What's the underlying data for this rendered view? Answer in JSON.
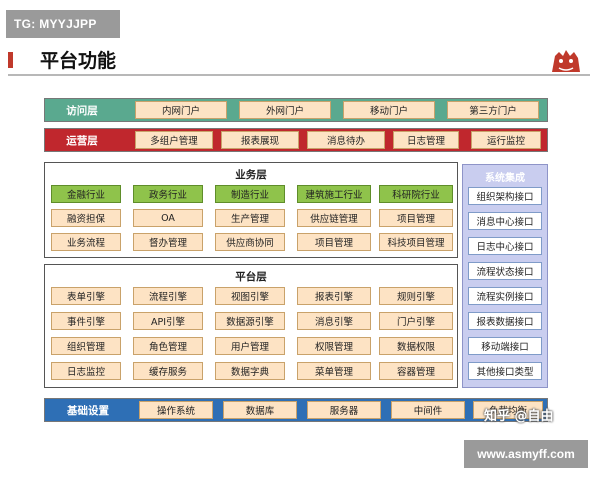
{
  "watermark_top": "TG: MYYJJPP",
  "page_title": "平台功能",
  "access_layer": {
    "label": "访问层",
    "items": [
      "内网门户",
      "外网门户",
      "移动门户",
      "第三方门户"
    ]
  },
  "ops_layer": {
    "label": "运营层",
    "items": [
      "多组户管理",
      "报表展现",
      "消息待办",
      "日志管理",
      "运行监控"
    ]
  },
  "business_layer": {
    "title": "业务层",
    "industries": [
      "金融行业",
      "政务行业",
      "制造行业",
      "建筑施工行业",
      "科研院行业"
    ],
    "row2": [
      "融资担保",
      "OA",
      "生产管理",
      "供应链管理",
      "项目管理"
    ],
    "row3": [
      "业务流程",
      "督办管理",
      "供应商协同",
      "项目管理",
      "科技项目管理"
    ]
  },
  "platform_layer": {
    "title": "平台层",
    "rows": [
      [
        "表单引擎",
        "流程引擎",
        "视图引擎",
        "报表引擎",
        "规则引擎"
      ],
      [
        "事件引擎",
        "API引擎",
        "数据源引擎",
        "消息引擎",
        "门户引擎"
      ],
      [
        "组织管理",
        "角色管理",
        "用户管理",
        "权限管理",
        "数据权限"
      ],
      [
        "日志监控",
        "缓存服务",
        "数据字典",
        "菜单管理",
        "容器管理"
      ]
    ]
  },
  "integration": {
    "title": "系统集成",
    "items": [
      "组织架构接口",
      "消息中心接口",
      "日志中心接口",
      "流程状态接口",
      "流程实例接口",
      "报表数据接口",
      "移动端接口",
      "其他接口类型"
    ]
  },
  "infra_layer": {
    "label": "基础设置",
    "items": [
      "操作系统",
      "数据库",
      "服务器",
      "中间件",
      "负载均衡"
    ]
  },
  "watermark_zhihu": "知乎 @自由",
  "watermark_bottom": "www.asmyff.com",
  "colors": {
    "access_band": "#5aa98f",
    "ops_band": "#c0272d",
    "infra_band": "#2e6fb5",
    "chip": "#fde3c4",
    "green_chip": "#8fc34b",
    "side_panel": "#c9cdef"
  }
}
